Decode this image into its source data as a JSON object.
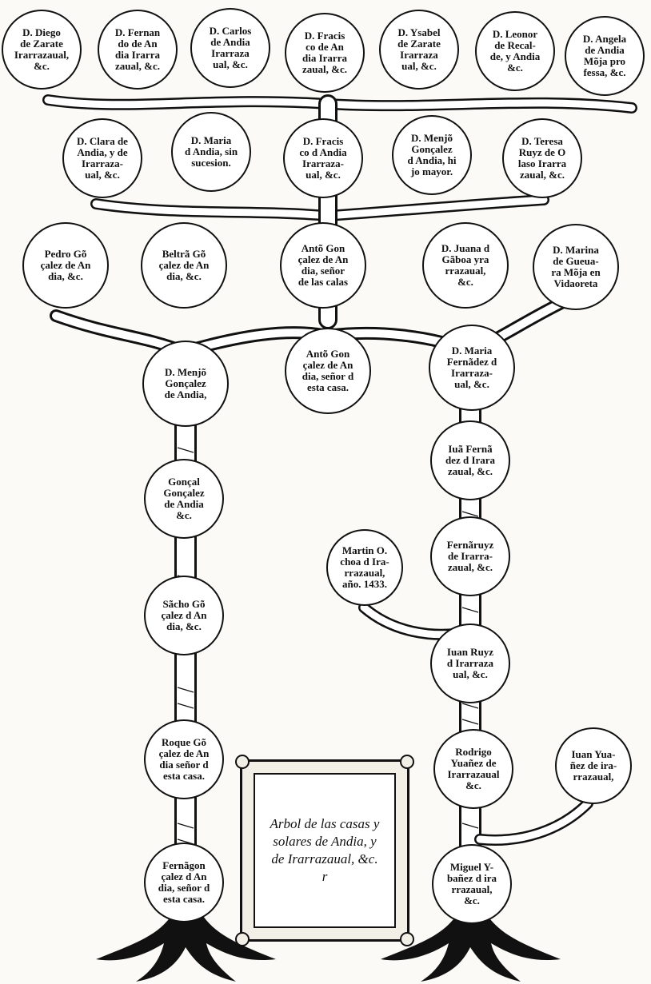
{
  "title": "Arbol de las casas y\nsolares de Andia, y\nde Irarrazaual, &c.\nr",
  "colors": {
    "ink": "#111111",
    "paper": "#fbfaf6",
    "trunk": "#ffffff"
  },
  "persons": {
    "diego_zarate": "D. Diego\nde Zarate\nIrarrazaual, &c.",
    "fernando_andia": "D. Fernan\ndo de An\ndia Irarra\nzaual, &c.",
    "carlos_andia": "D. Carlos\nde Andia\nIrarraza\nual, &c.",
    "francisco_andia_1": "D. Fracis\nco de An\ndia Irarra\nzaual, &c.",
    "ysabel_zarate": "D. Ysabel\nde Zarate\nIrarraza\nual, &c.",
    "leonor_recalde": "D. Leonor\nde Recal-\nde, y Andia\n&c.",
    "angela_andia": "D. Angela\nde Andia\nMõja pro\nfessa, &c.",
    "clara_andia": "D. Clara de\nAndia, y de\nIrarraza-\nual, &c.",
    "maria_andia": "D. Maria\nd Andia, sin\nsucesion.",
    "francisco_andia_2": "D. Fracis\nco d Andia\nIrarraza-\nual, &c.",
    "menjo_gonzalez_hijo": "D. Menjõ\nGonçalez\nd Andia, hi\njo mayor.",
    "teresa_ruyz": "D. Teresa\nRuyz de O\nlaso Irarra\nzaual, &c.",
    "pedro_gonzalez": "Pedro Gõ\nçalez de An\ndia, &c.",
    "beltran_gonzalez": "Beltrã Gõ\nçalez de An\ndia, &c.",
    "anton_gonzalez_1": "Antõ Gon\nçalez de An\ndia, señor\nde las calas",
    "juana_gamboa": "D. Juana d\nGãboa yra\nrrazaual,\n&c.",
    "marina_guevara": "D. Marina\nde Gueua-\nra Mõja en\nVidaoreta",
    "menjo_gonzalez": "D. Menjõ\nGonçalez\nde Andia,",
    "anton_gonzalez_2": "Antõ Gon\nçalez de An\ndia, señor d\nesta casa.",
    "maria_fernandez": "D. Maria\nFernãdez d\nIrarraza-\nual, &c.",
    "gonzal_gonzalez": "Gonçal\nGonçalez\nde Andia\n&c.",
    "juan_fernandez": "Iuã Fernã\ndez d Irara\nzaual, &c.",
    "martin_ochoa": "Martin O.\nchoa d Ira-\nrrazaual,\naño. 1433.",
    "fernan_ruyz": "Fernãruyz\nde Irarra-\nzaual, &c.",
    "sancho_gonzalez": "Sãcho Gõ\nçalez d An\ndia, &c.",
    "juan_ruyz": "Iuan Ruyz\nd Irarraza\nual, &c.",
    "roque_gonzalez": "Roque Gõ\nçalez de An\ndia señor d\nesta casa.",
    "rodrigo_yanez": "Rodrigo\nYuañez de\nIrarrazaual\n&c.",
    "juan_yanez": "Iuan Yua-\nñez de ira-\nrrazaual,",
    "fernan_gonzalez": "Fernãgon\nçalez d An\ndia, señor d\nesta casa.",
    "miguel_yanez": "Miguel Y-\nbañez d ira\nrrazaual,\n&c."
  }
}
